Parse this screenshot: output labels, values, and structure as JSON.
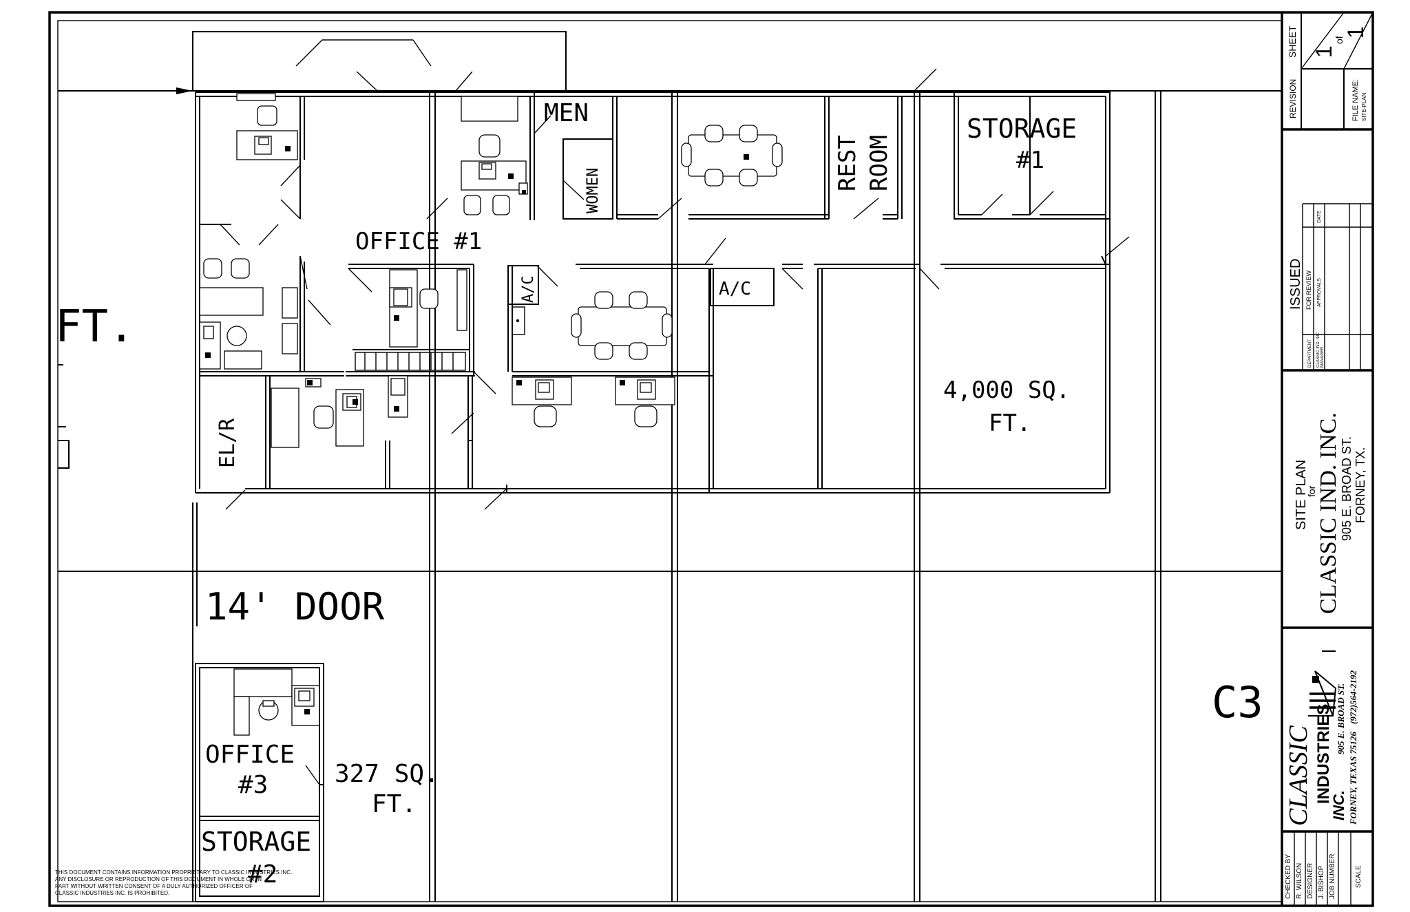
{
  "rooms": {
    "office1": "OFFICE #1",
    "men": "MEN",
    "women": "WOMEN",
    "restroom_line1": "REST",
    "restroom_line2": "ROOM",
    "storage1_line1": "STORAGE",
    "storage1_line2": "#1",
    "ac1": "A/C",
    "ac2": "A/C",
    "elr": "EL/R",
    "area_line1": "4,000 SQ.",
    "area_line2": "FT.",
    "door": "14' DOOR",
    "office3_line1": "OFFICE",
    "office3_line2": "#3",
    "area2_line1": "327 SQ.",
    "area2_line2": "FT.",
    "storage2_line1": "STORAGE",
    "storage2_line2": "#2",
    "left_partial": "FT.",
    "right_partial": "C3"
  },
  "disclaimer": [
    "THIS DOCUMENT CONTAINS INFORMATION PROPRIETARY TO CLASSIC INDUSTRIES INC.",
    "ANY DISCLOSURE OR REPRODUCTION OF THIS DOCUMENT IN WHOLE OR IN",
    "PART WITHOUT WRITTEN CONSENT OF A DULY AUTHORIZED OFFICER OF",
    "CLASSIC INDUSTRIES INC. IS PROHIBITED."
  ],
  "title_block": {
    "sheet_label": "SHEET",
    "sheet_num": "1",
    "sheet_of": "of",
    "sheet_total": "1",
    "revision": "REVISION",
    "file_name_label": "FILE NAME:",
    "file_name": "SITE-PLAN",
    "issued": "ISSUED",
    "issued_sub": "FOR REVIEW",
    "approvals": "APPROVALS",
    "date": "DATE",
    "department": "DEPARTMENT",
    "dept_value_1": "CLASSIC IND. INC",
    "dept_value_2": "MANAGER",
    "plan_title": "SITE PLAN",
    "plan_for": "for",
    "client": "CLASSIC IND. INC.",
    "address1": "905 E. BROAD ST.",
    "address2": "FORNEY, TX.",
    "logo_line1": "CLASSIC",
    "logo_line2": "INDUSTRIES",
    "logo_line3": "INC.",
    "logo_addr1": "905 E. BROAD ST.",
    "logo_addr2": "FORNEY, TEXAS 75126",
    "logo_phone": "(972)564-2192",
    "checked_by_label": "CHECKED BY",
    "checked_by": "R. WILSON",
    "designer_label": "DESIGNER",
    "designer": "J. BISHOP",
    "job_number_label": "JOB NUMBER",
    "scale_label": "SCALE"
  }
}
